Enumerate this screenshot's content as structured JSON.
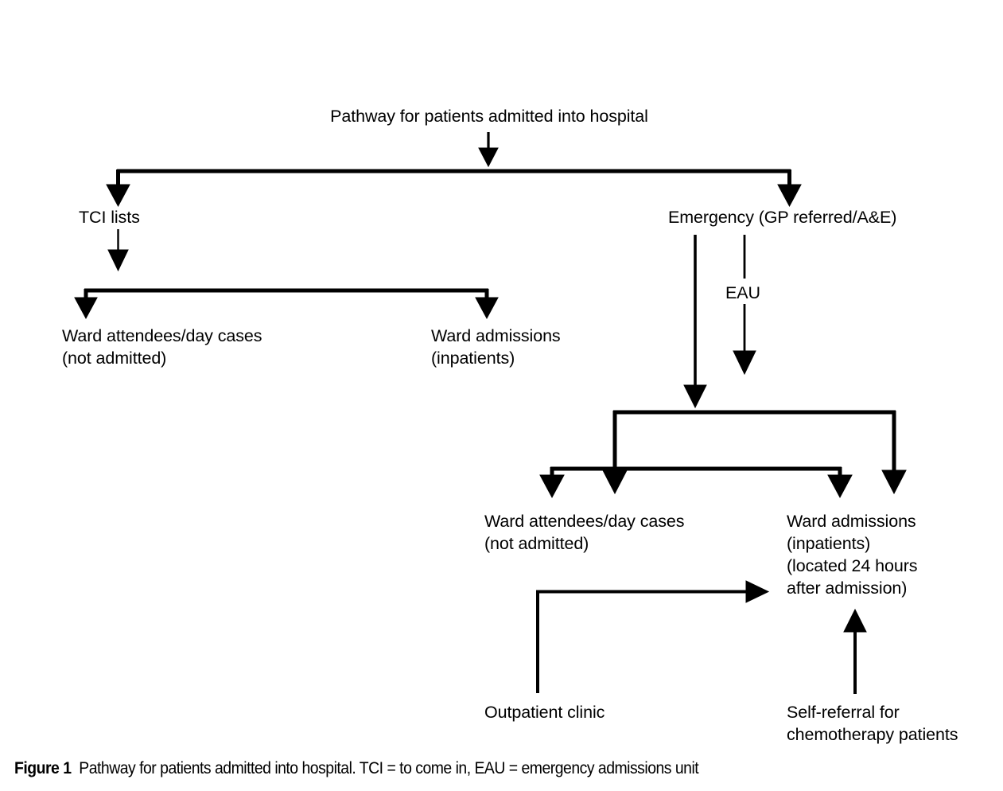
{
  "figure": {
    "caption_prefix": "Figure 1",
    "caption_text": "Pathway for patients admitted into hospital. TCI = to come in, EAU = emergency admissions unit",
    "line_color": "#000000",
    "text_color": "#000000",
    "background_color": "#ffffff"
  },
  "diagram": {
    "title": "Pathway for patients admitted into hospital",
    "nodes": {
      "root": "Pathway for patients admitted into hospital",
      "tci_lists": "TCI lists",
      "emergency": "Emergency (GP referred/A&E)",
      "eau": "EAU",
      "tci_ward_attendees": "Ward attendees/day cases\n(not admitted)",
      "tci_ward_admissions": "Ward admissions\n(inpatients)",
      "emergency_ward_attendees": "Ward attendees/day cases\n(not admitted)",
      "emergency_ward_admissions": "Ward admissions\n(inpatients)\n(located 24 hours\nafter admission)",
      "outpatient_clinic": "Outpatient clinic",
      "self_referral": "Self-referral for\nchemotherapy patients"
    },
    "edges": [
      {
        "from": "root",
        "to": "split-top",
        "type": "arrow-down"
      },
      {
        "from": "split-top",
        "to": "tci_lists",
        "type": "arrow-down"
      },
      {
        "from": "split-top",
        "to": "emergency",
        "type": "arrow-down"
      },
      {
        "from": "tci_lists",
        "to": "split-tci",
        "type": "arrow-down"
      },
      {
        "from": "split-tci",
        "to": "tci_ward_attendees",
        "type": "arrow-down"
      },
      {
        "from": "split-tci",
        "to": "tci_ward_admissions",
        "type": "arrow-down"
      },
      {
        "from": "emergency",
        "to": "split-emergency-outer",
        "type": "arrow-down"
      },
      {
        "from": "emergency",
        "to": "eau",
        "type": "line-down"
      },
      {
        "from": "eau",
        "to": "split-emergency-outer",
        "type": "arrow-down"
      },
      {
        "from": "split-emergency-outer",
        "to": "emergency_ward_attendees",
        "type": "arrow-down"
      },
      {
        "from": "split-emergency-outer",
        "to": "emergency_ward_admissions",
        "type": "arrow-down"
      },
      {
        "from": "split-emergency-inner",
        "to": "emergency_ward_attendees",
        "type": "arrow-down"
      },
      {
        "from": "split-emergency-inner",
        "to": "emergency_ward_admissions",
        "type": "arrow-down"
      },
      {
        "from": "outpatient_clinic",
        "to": "emergency_ward_admissions",
        "type": "arrow-elbow-right"
      },
      {
        "from": "self_referral",
        "to": "emergency_ward_admissions",
        "type": "arrow-up"
      }
    ]
  }
}
